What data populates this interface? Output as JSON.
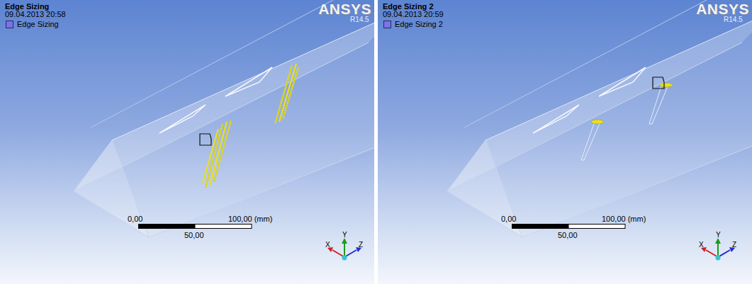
{
  "diagram": {
    "labels": [
      "Edge Sizing",
      "09.04.2013 20:58",
      "ANSYS",
      "R14.5",
      "0,00",
      "100,00 (mm)",
      "50,00",
      "X",
      "Y",
      "Z",
      "Edge Sizing 2",
      "09.04.2013 20:59",
      "ANSYS",
      "R14.5",
      "0,00",
      "100,00 (mm)",
      "50,00",
      "X",
      "Y",
      "Z"
    ],
    "legend": [
      {
        "text": "Edge Sizing",
        "color": "#7b73e8"
      },
      {
        "text": "Edge Sizing 2",
        "color": "#7b73e8"
      }
    ]
  }
}
